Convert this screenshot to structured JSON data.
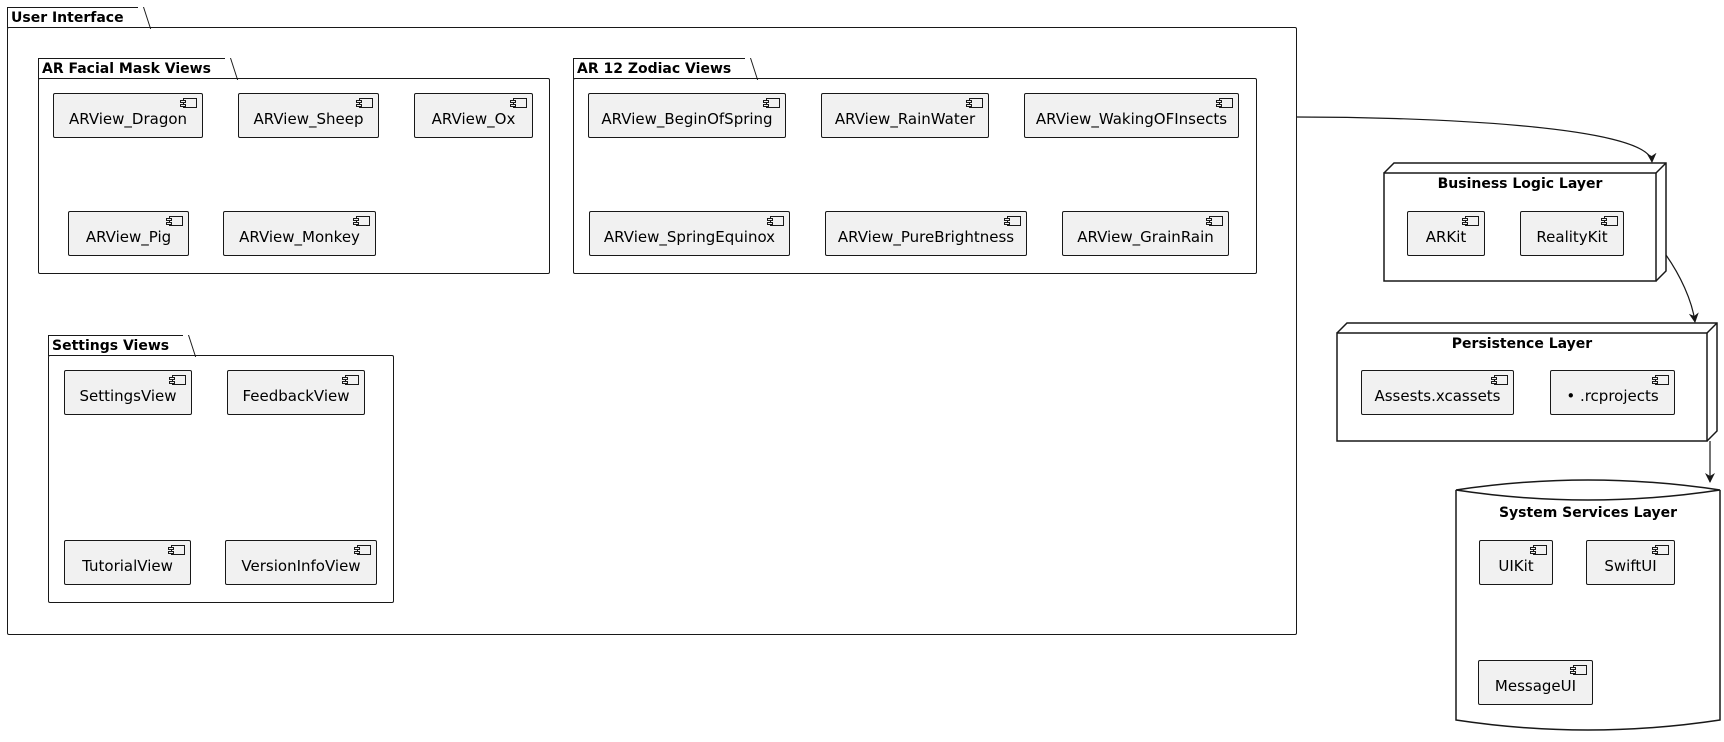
{
  "user_interface": {
    "title": "User Interface",
    "facial_masks": {
      "title": "AR Facial Mask Views",
      "items": [
        "ARView_Dragon",
        "ARView_Sheep",
        "ARView_Ox",
        "ARView_Pig",
        "ARView_Monkey"
      ]
    },
    "zodiac": {
      "title": "AR 12 Zodiac Views",
      "items": [
        "ARView_BeginOfSpring",
        "ARView_RainWater",
        "ARView_WakingOFInsects",
        "ARView_SpringEquinox",
        "ARView_PureBrightness",
        "ARView_GrainRain"
      ]
    },
    "settings": {
      "title": "Settings Views",
      "items": [
        "SettingsView",
        "FeedbackView",
        "TutorialView",
        "VersionInfoView"
      ]
    }
  },
  "business_logic": {
    "title": "Business Logic Layer",
    "items": [
      "ARKit",
      "RealityKit"
    ]
  },
  "persistence": {
    "title": "Persistence Layer",
    "items": [
      "Assests.xcassets",
      "• .rcprojects"
    ]
  },
  "system_services": {
    "title": "System Services Layer",
    "items": [
      "UIKit",
      "SwiftUI",
      "MessageUI"
    ]
  }
}
